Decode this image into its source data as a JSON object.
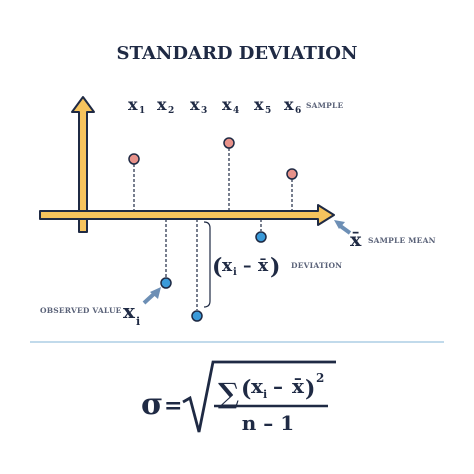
{
  "title": "STANDARD DEVIATION",
  "labels": {
    "sample": "SAMPLE",
    "sample_mean": "SAMPLE MEAN",
    "deviation": "DEVIATION",
    "observed_value": "OBSERVED VALUE"
  },
  "samples": [
    {
      "base": "x",
      "sub": "1"
    },
    {
      "base": "x",
      "sub": "2"
    },
    {
      "base": "x",
      "sub": "3"
    },
    {
      "base": "x",
      "sub": "4"
    },
    {
      "base": "x",
      "sub": "5"
    },
    {
      "base": "x",
      "sub": "6"
    }
  ],
  "symbols": {
    "mean": "x̄",
    "observed": "x",
    "observed_sub": "i",
    "deviation_x": "x",
    "deviation_sub": "i",
    "deviation_minus": "–",
    "deviation_mean": "x̄",
    "paren_open": "(",
    "paren_close": ")"
  },
  "formula": {
    "sigma": "σ",
    "equals": "=",
    "sum": "∑",
    "open": "(",
    "x": "x",
    "sub": "i",
    "minus": "–",
    "mean": "x̄",
    "close": ")",
    "power": "2",
    "denominator": "n – 1"
  },
  "colors": {
    "axis_fill": "#f6c35d",
    "axis_stroke": "#1f2a44",
    "point_above": "#e8928a",
    "point_below": "#3a9ad9",
    "pointer_arrow": "#6d8fb5",
    "divider": "#9cc3df",
    "text": "#1f2a44"
  }
}
